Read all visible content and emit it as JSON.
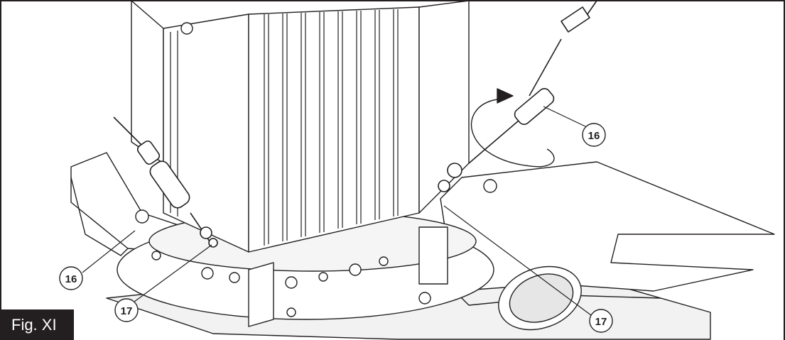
{
  "figure": {
    "label": "Fig. XI"
  },
  "callouts": [
    {
      "id": "callout-16-right",
      "text": "16"
    },
    {
      "id": "callout-16-left",
      "text": "16"
    },
    {
      "id": "callout-17-left",
      "text": "17"
    },
    {
      "id": "callout-17-right",
      "text": "17"
    }
  ],
  "colors": {
    "line": "#231f20",
    "shade": "#d9d9d9",
    "background": "#ffffff"
  }
}
